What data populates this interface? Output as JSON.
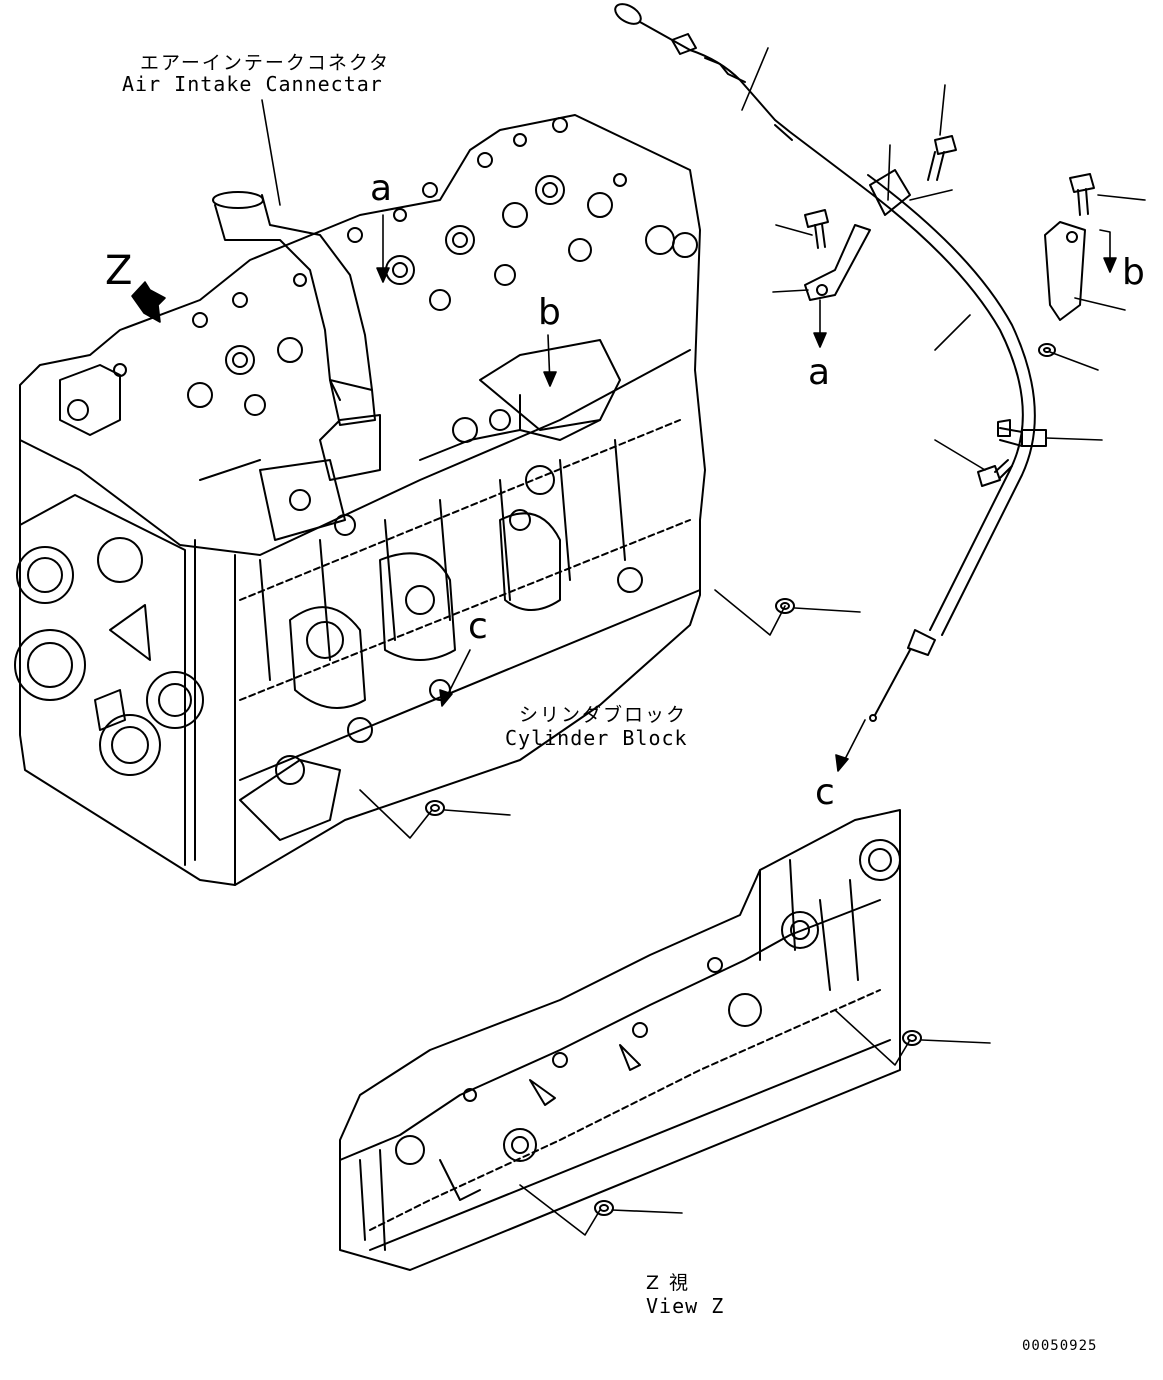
{
  "labels": {
    "air_intake_jp": "エアーインテークコネクタ",
    "air_intake_en": "Air Intake Cannectar",
    "cylinder_block_jp": "シリンダブロック",
    "cylinder_block_en": "Cylinder Block",
    "view_z_jp": "Z 視",
    "view_z_en": "View Z",
    "z": "Z",
    "a": "a",
    "b": "b",
    "c": "c",
    "drawing_code": "00050925"
  }
}
